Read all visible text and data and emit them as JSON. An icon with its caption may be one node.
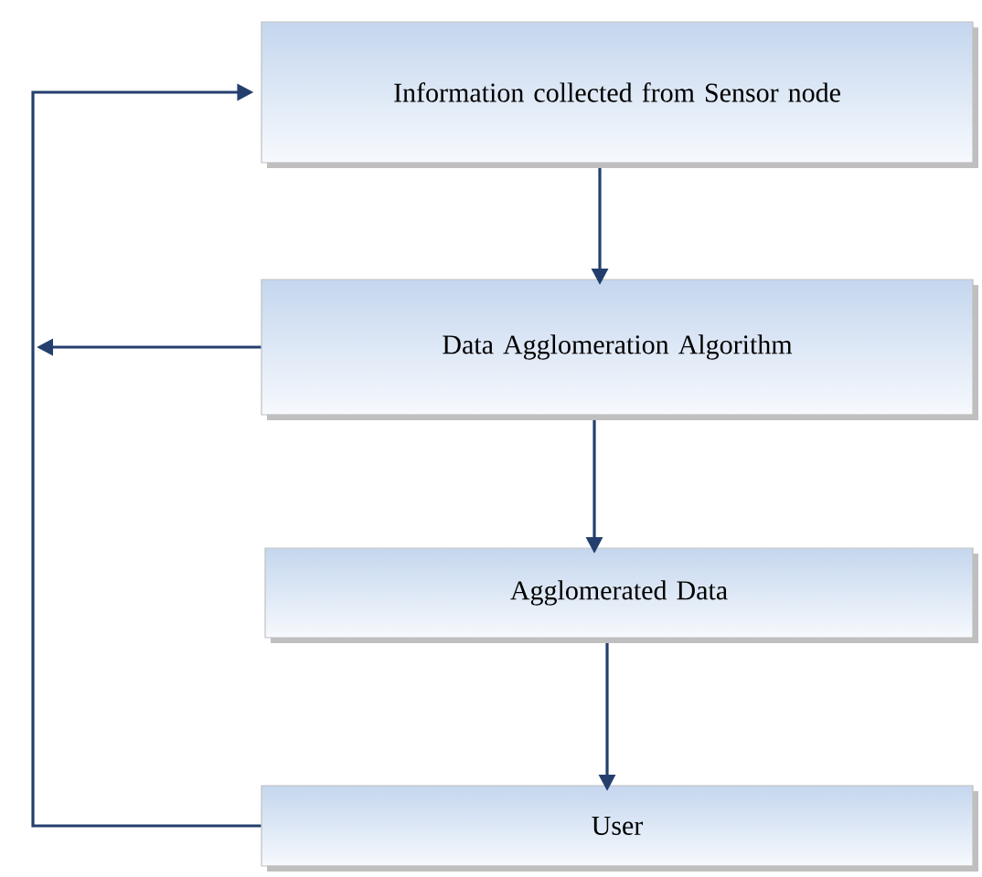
{
  "diagram": {
    "nodes": [
      {
        "text": [
          "Information collected from Sensor node"
        ]
      },
      {
        "text": [
          "Data Agglomeration Algorithm"
        ]
      },
      {
        "text": [
          "Agglomerated Data"
        ]
      },
      {
        "text": [
          "User"
        ]
      }
    ],
    "edges": [
      {
        "from": 0,
        "to": 1,
        "arrow": "to"
      },
      {
        "from": 1,
        "to": 2,
        "arrow": "to"
      },
      {
        "from": 2,
        "to": 3,
        "arrow": "to"
      },
      {
        "from": 3,
        "to": 0,
        "arrow": "to"
      },
      {
        "from": 1,
        "to": null,
        "arrow": "to"
      }
    ]
  }
}
